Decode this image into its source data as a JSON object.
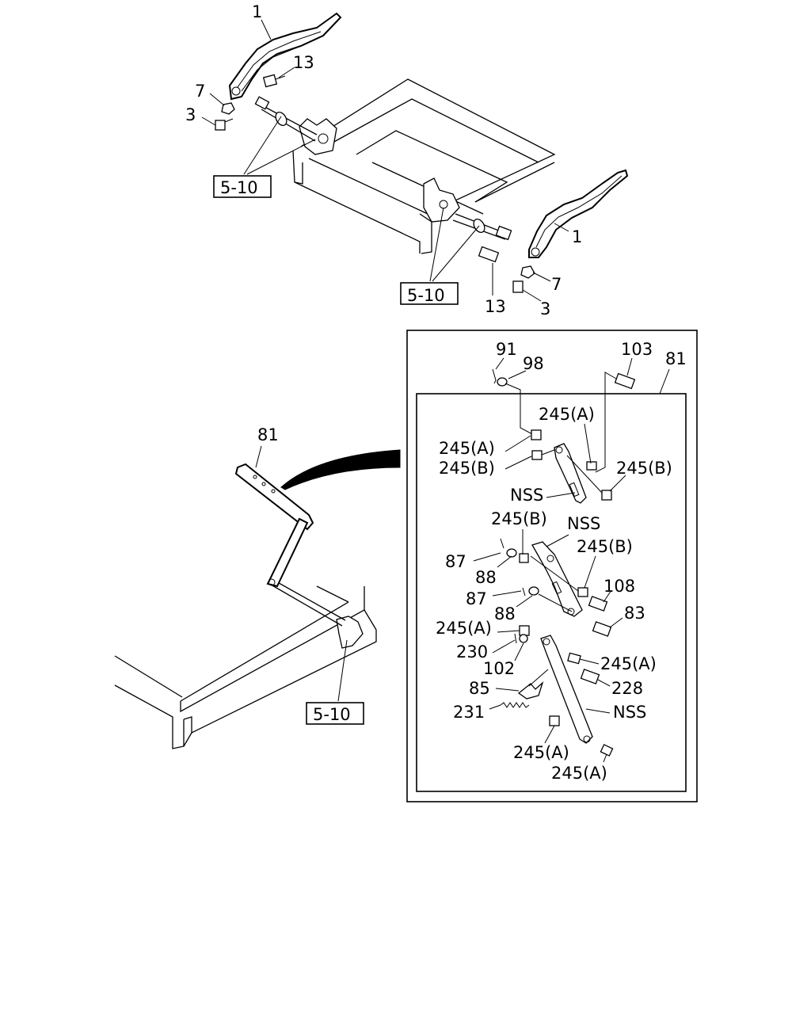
{
  "top_callouts": {
    "left_lever": "1",
    "left_bolt13": "13",
    "left_nut7": "7",
    "left_bolt3": "3",
    "right_lever": "1",
    "right_nut7": "7",
    "right_bolt13": "13",
    "right_bolt3": "3"
  },
  "ref_boxes": {
    "top_left": "5-10",
    "top_right": "5-10",
    "bottom_left": "5-10"
  },
  "assembly_label": "81",
  "detail_callouts": {
    "c91": "91",
    "c98": "98",
    "c103": "103",
    "c81": "81",
    "c245a_1": "245(A)",
    "c245a_2": "245(A)",
    "c245b_1": "245(B)",
    "c245b_2": "245(B)",
    "nss_1": "NSS",
    "c245b_3": "245(B)",
    "nss_2": "NSS",
    "c245b_4": "245(B)",
    "c87_1": "87",
    "c88_1": "88",
    "c108": "108",
    "c87_2": "87",
    "c88_2": "88",
    "c83": "83",
    "c245a_3": "245(A)",
    "c230": "230",
    "c102": "102",
    "c245a_4": "245(A)",
    "c85": "85",
    "c228": "228",
    "c231": "231",
    "nss_3": "NSS",
    "c245a_5": "245(A)",
    "c245a_6": "245(A)"
  }
}
